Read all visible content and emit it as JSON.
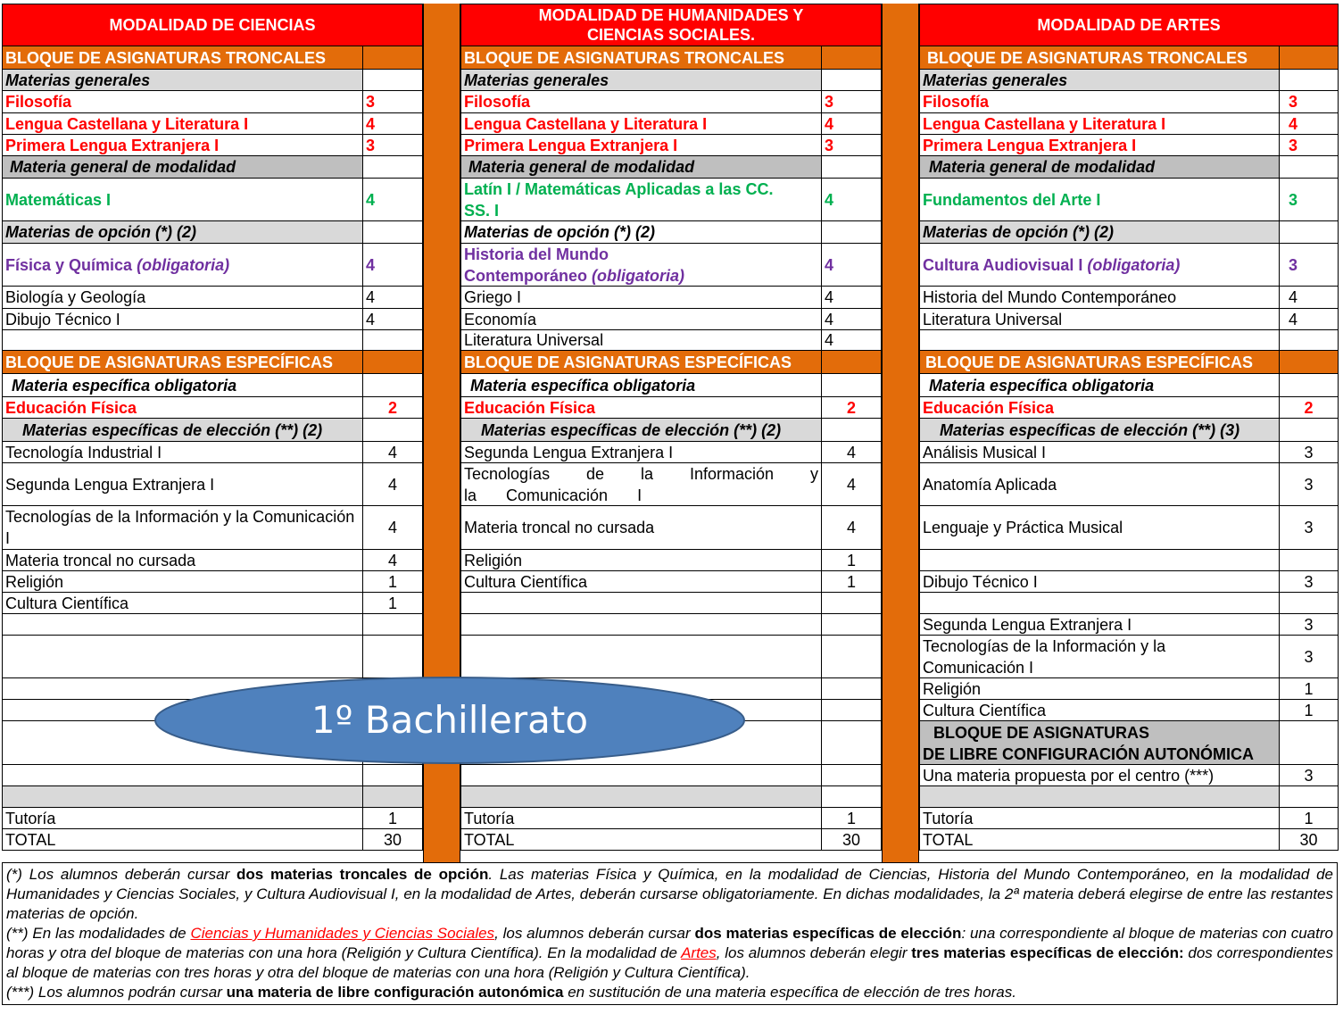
{
  "columns": [
    {
      "title": "MODALIDAD DE CIENCIAS",
      "troncales_header": "BLOQUE DE ASIGNATURAS TRONCALES",
      "generales_label": "Materias generales",
      "generales": [
        {
          "name": "Filosofía",
          "hours": "3"
        },
        {
          "name": "Lengua Castellana y Literatura I",
          "hours": "4"
        },
        {
          "name": "Primera Lengua Extranjera I",
          "hours": "3"
        }
      ],
      "modalidad_label": "Materia general de modalidad",
      "modalidad_subject": {
        "name": "Matemáticas I",
        "hours": "4"
      },
      "opcion_label": "Materias de opción (*) (2)",
      "opcion_obligatoria": {
        "name": "Física y Química ",
        "note": "(obligatoria)",
        "hours": "4"
      },
      "opcion_items": [
        {
          "name": "Biología y Geología",
          "hours": "4"
        },
        {
          "name": "Dibujo Técnico I",
          "hours": "4"
        },
        {
          "name": "",
          "hours": ""
        }
      ],
      "especificas_header": "BLOQUE DE ASIGNATURAS ESPECÍFICAS",
      "esp_obligatoria_label": "Materia específica obligatoria",
      "esp_obligatoria": {
        "name": "Educación Física",
        "hours": "2"
      },
      "eleccion_label": "Materias específicas de elección (**) (2)",
      "eleccion_items": [
        {
          "name": "Tecnología Industrial I",
          "hours": "4"
        },
        {
          "name": "Segunda Lengua Extranjera I",
          "hours": "4"
        },
        {
          "name": "Tecnologías de la Información y la Comunicación I",
          "hours": "4"
        },
        {
          "name": "Materia troncal no cursada",
          "hours": "4"
        },
        {
          "name": "Religión",
          "hours": "1"
        },
        {
          "name": "Cultura Científica",
          "hours": "1"
        }
      ],
      "tutoria": {
        "name": "Tutoría",
        "hours": "1"
      },
      "total": {
        "name": "TOTAL",
        "hours": "30"
      }
    },
    {
      "title": "MODALIDAD DE HUMANIDADES Y CIENCIAS SOCIALES.",
      "troncales_header": "BLOQUE DE ASIGNATURAS TRONCALES",
      "generales_label": "Materias generales",
      "generales": [
        {
          "name": "Filosofía",
          "hours": "3"
        },
        {
          "name": "Lengua Castellana y Literatura I",
          "hours": "4"
        },
        {
          "name": "Primera Lengua Extranjera I",
          "hours": "3"
        }
      ],
      "modalidad_label": "Materia general de modalidad",
      "modalidad_subject": {
        "name": "Latín I / Matemáticas Aplicadas a las CC. SS. I",
        "hours": "4"
      },
      "opcion_label": "Materias de opción (*) (2)",
      "opcion_obligatoria": {
        "name": "Historia del Mundo Contemporáneo ",
        "note": "(obligatoria)",
        "hours": "4"
      },
      "opcion_items": [
        {
          "name": "Griego I",
          "hours": "4"
        },
        {
          "name": "Economía",
          "hours": "4"
        },
        {
          "name": "Literatura Universal",
          "hours": "4"
        }
      ],
      "especificas_header": "BLOQUE DE ASIGNATURAS ESPECÍFICAS",
      "esp_obligatoria_label": "Materia específica obligatoria",
      "esp_obligatoria": {
        "name": "Educación Física",
        "hours": "2"
      },
      "eleccion_label": "Materias específicas de elección (**) (2)",
      "eleccion_items": [
        {
          "name": "Segunda Lengua Extranjera I",
          "hours": "4"
        },
        {
          "name": "Tecnologías de la Información y la Comunicación I",
          "hours": "4"
        },
        {
          "name": "Materia troncal no cursada",
          "hours": "4"
        },
        {
          "name": "Religión",
          "hours": "1"
        },
        {
          "name": "Cultura Científica",
          "hours": "1"
        }
      ],
      "tutoria": {
        "name": "Tutoría",
        "hours": "1"
      },
      "total": {
        "name": "TOTAL",
        "hours": "30"
      }
    },
    {
      "title": "MODALIDAD DE ARTES",
      "troncales_header": "BLOQUE DE ASIGNATURAS TRONCALES",
      "generales_label": "Materias generales",
      "generales": [
        {
          "name": "Filosofía",
          "hours": "3"
        },
        {
          "name": "Lengua Castellana y Literatura I",
          "hours": "4"
        },
        {
          "name": "Primera Lengua Extranjera I",
          "hours": "3"
        }
      ],
      "modalidad_label": "Materia general de modalidad",
      "modalidad_subject": {
        "name": "Fundamentos del Arte I",
        "hours": "3"
      },
      "opcion_label": "Materias de opción (*) (2)",
      "opcion_obligatoria": {
        "name": "Cultura Audiovisual I ",
        "note": "(obligatoria)",
        "hours": "3"
      },
      "opcion_items": [
        {
          "name": "Historia del Mundo Contemporáneo",
          "hours": "4"
        },
        {
          "name": "Literatura Universal",
          "hours": "4"
        },
        {
          "name": "",
          "hours": ""
        }
      ],
      "especificas_header": "BLOQUE DE ASIGNATURAS ESPECÍFICAS",
      "esp_obligatoria_label": "Materia específica obligatoria",
      "esp_obligatoria": {
        "name": "Educación Física",
        "hours": "2"
      },
      "eleccion_label": "Materias específicas de elección (**) (3)",
      "eleccion_items": [
        {
          "name": "Análisis Musical I",
          "hours": "3"
        },
        {
          "name": "Anatomía Aplicada",
          "hours": "3"
        },
        {
          "name": "Lenguaje y Práctica Musical",
          "hours": "3"
        },
        {
          "name": "",
          "hours": ""
        },
        {
          "name": "Dibujo Técnico I",
          "hours": "3"
        },
        {
          "name": "",
          "hours": ""
        },
        {
          "name": "Segunda  Lengua Extranjera I",
          "hours": "3"
        },
        {
          "name": "Tecnologías de la Información y la Comunicación I",
          "hours": "3"
        },
        {
          "name": "Religión",
          "hours": "1"
        },
        {
          "name": "Cultura Científica",
          "hours": "1"
        }
      ],
      "libre_header_line1": "BLOQUE DE ASIGNATURAS",
      "libre_header_line2": "DE LIBRE CONFIGURACIÓN AUTONÓMICA",
      "libre_item": {
        "name": "Una materia propuesta por el centro  (***)",
        "hours": "3"
      },
      "tutoria": {
        "name": "Tutoría",
        "hours": "1"
      },
      "total": {
        "name": "TOTAL",
        "hours": "30"
      }
    }
  ],
  "overlay_label": "1º Bachillerato",
  "notes": {
    "n1_a": "(*) Los alumnos deberán cursar ",
    "n1_b": "dos materias troncales de opción",
    "n1_c": ". Las materias Física y Química, en la modalidad de Ciencias, Historia del Mundo Contemporáneo, en la modalidad de Humanidades y Ciencias Sociales, y Cultura Audiovisual I, en la modalidad de Artes, deberán cursarse obligatoriamente. En dichas modalidades, la 2ª materia deberá elegirse de entre las restantes materias de opción.",
    "n2_a": "(**) En las modalidades de ",
    "n2_link1": "Ciencias y Humanidades y Ciencias Sociales",
    "n2_b": ", los alumnos deberán cursar ",
    "n2_c": "dos materias específicas de elección",
    "n2_d": ": una correspondiente al bloque de materias con cuatro horas y otra del bloque de materias con una hora (Religión y Cultura Científica). En la modalidad de ",
    "n2_link2": "Artes",
    "n2_e": ", los alumnos deberán elegir ",
    "n2_f": "tres materias específicas de elección:",
    "n2_g": " dos correspondientes al bloque de materias con tres horas y otra del bloque de materias con una hora (Religión y Cultura Científica).",
    "n3_a": "(***) Los alumnos podrán cursar ",
    "n3_b": "una materia de libre configuración autonómica",
    "n3_c": " en sustitución de una materia específica de elección de tres horas."
  },
  "colors": {
    "title_red": "#FF0000",
    "orange": "#E36C0A",
    "green": "#00B050",
    "purple": "#7030A0",
    "ellipse_fill": "#4F81BD"
  }
}
